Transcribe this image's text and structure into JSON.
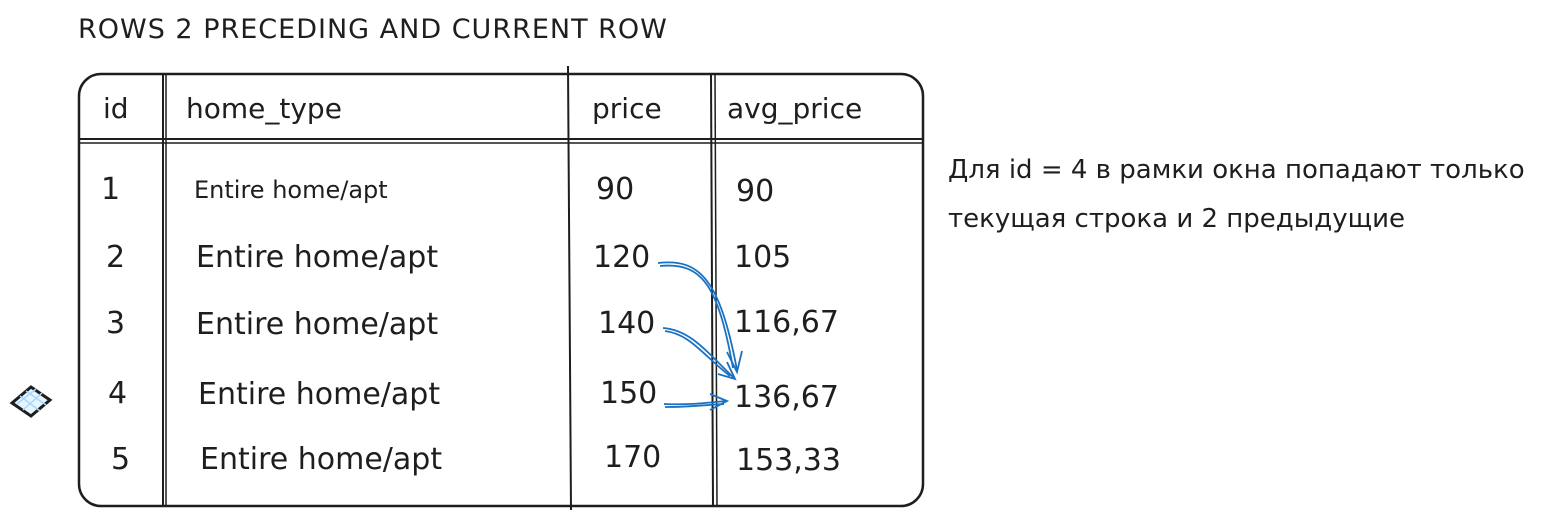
{
  "title": "ROWS 2 PRECEDING AND CURRENT ROW",
  "table": {
    "columns": [
      "id",
      "home_type",
      "price",
      "avg_price"
    ],
    "rows": [
      {
        "id": "1",
        "home_type": "Entire home/apt",
        "price": "90",
        "avg_price": "90"
      },
      {
        "id": "2",
        "home_type": "Entire home/apt",
        "price": "120",
        "avg_price": "105"
      },
      {
        "id": "3",
        "home_type": "Entire home/apt",
        "price": "140",
        "avg_price": "116,67"
      },
      {
        "id": "4",
        "home_type": "Entire home/apt",
        "price": "150",
        "avg_price": "136,67"
      },
      {
        "id": "5",
        "home_type": "Entire home/apt",
        "price": "170",
        "avg_price": "153,33"
      }
    ]
  },
  "note": "Для id = 4 в рамки окна попадают только текущая строка и 2 предыдущие",
  "colors": {
    "stroke": "#1e1e1e",
    "arrow": "#1971c2",
    "highlight": "#a5d8ff"
  }
}
